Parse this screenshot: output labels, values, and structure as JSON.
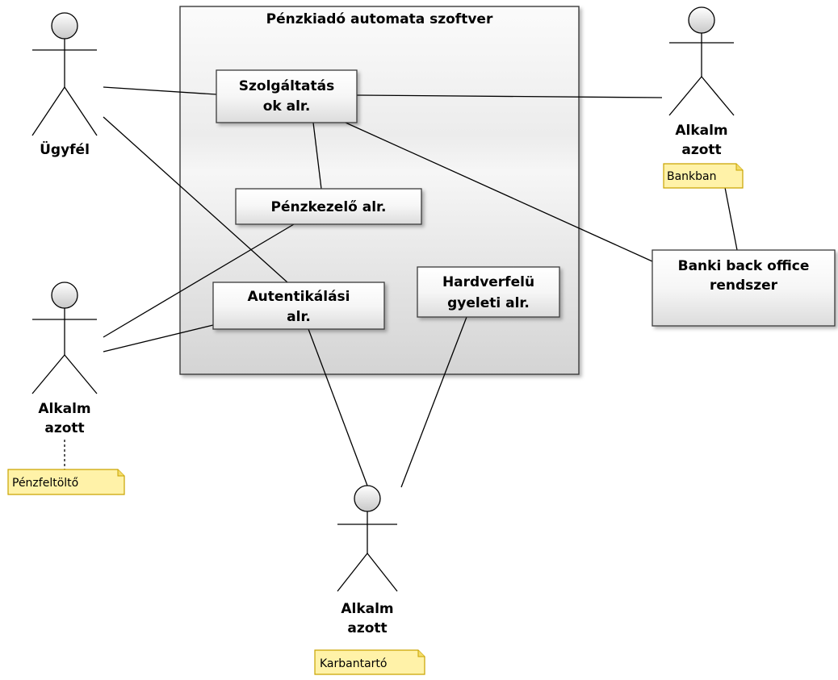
{
  "system": {
    "title": "Pénzkiadó automata szoftver"
  },
  "components": {
    "szolgaltatasok": [
      "Szolgáltatás",
      "ok alr."
    ],
    "penzkezelo": [
      "Pénzkezelő alr."
    ],
    "autentikalasi": [
      "Autentikálási",
      "alr."
    ],
    "hardverfelugyeleti": [
      "Hardverfelü",
      "gyeleti alr."
    ],
    "banki_back_office": [
      "Banki back office",
      "rendszer"
    ]
  },
  "actors": {
    "ugyfel": [
      "Ügyfél"
    ],
    "alkalmazott_bankban": [
      "Alkalm",
      "azott"
    ],
    "alkalmazott_penzfeltolto": [
      "Alkalm",
      "azott"
    ],
    "alkalmazott_karbantarto": [
      "Alkalm",
      "azott"
    ]
  },
  "notes": {
    "bankban": "Bankban",
    "penzfeltolto": "Pénzfeltöltő",
    "karbantarto": "Karbantartó"
  },
  "colors": {
    "note_fill": "#fff2a8",
    "note_stroke": "#c9a400",
    "box_stroke": "#3a3a3a"
  }
}
